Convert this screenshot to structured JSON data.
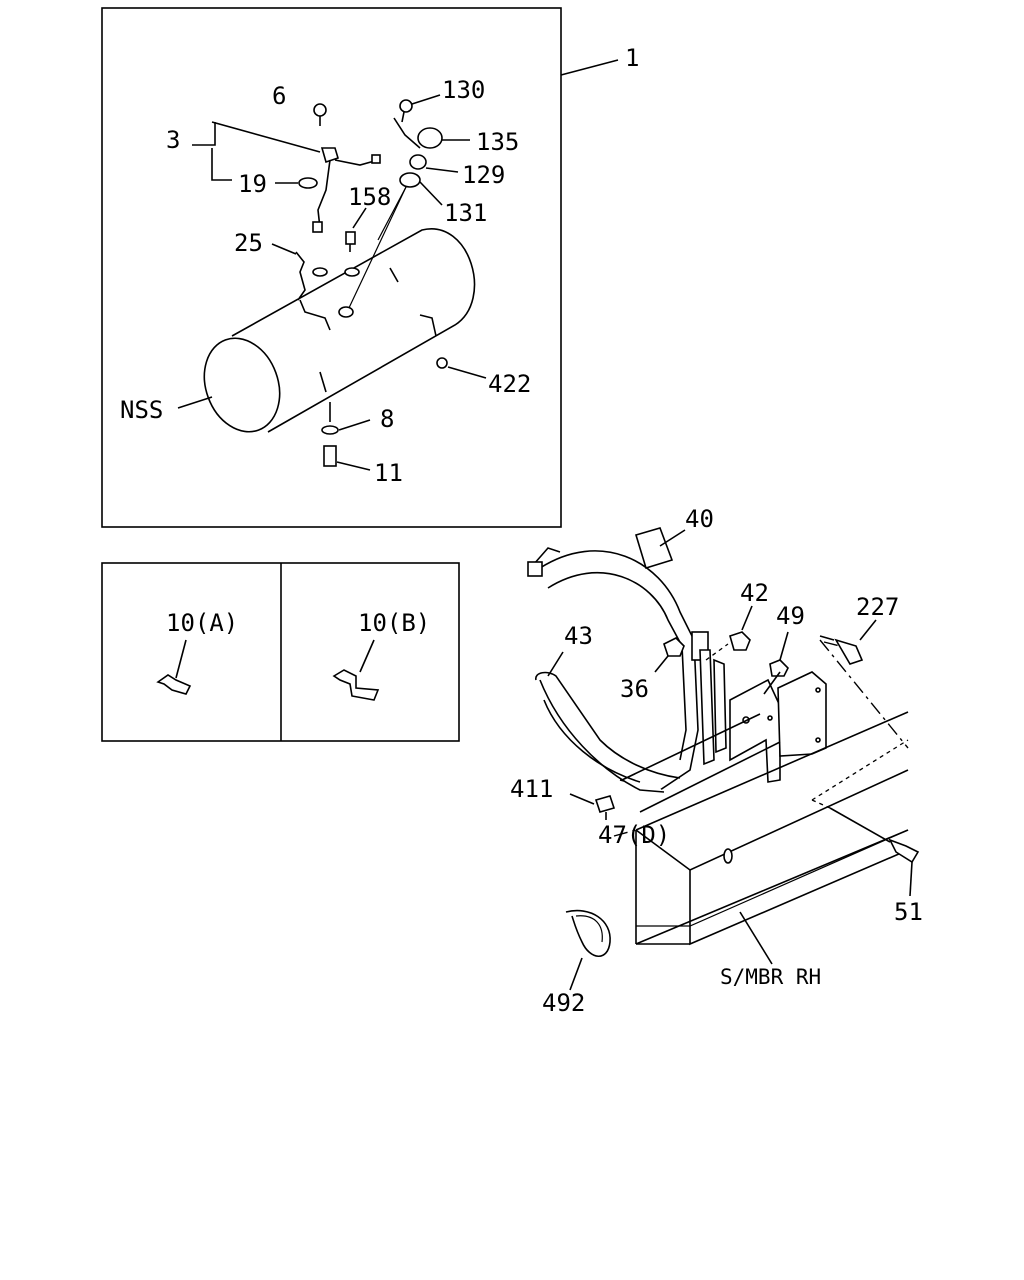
{
  "labels": {
    "l1": "1",
    "l6": "6",
    "l3": "3",
    "l19": "19",
    "l130": "130",
    "l135": "135",
    "l129": "129",
    "l131": "131",
    "l158": "158",
    "l25": "25",
    "l422": "422",
    "lNSS": "NSS",
    "l8": "8",
    "l11": "11",
    "l10a": "10(A)",
    "l10b": "10(B)",
    "l40": "40",
    "l42": "42",
    "l49": "49",
    "l227": "227",
    "l43": "43",
    "l36": "36",
    "l411": "411",
    "l47d": "47(D)",
    "l51": "51",
    "l492": "492",
    "lsmbr": "S/MBR RH"
  }
}
